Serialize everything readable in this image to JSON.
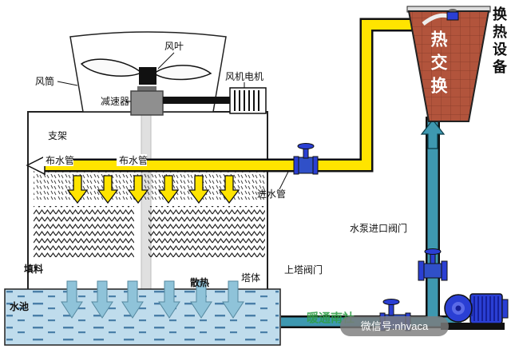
{
  "colors": {
    "hot_pipe": "#ffe400",
    "cold_pipe": "#3e98b0",
    "exchanger_body": "#b2543c",
    "exchanger_grid": "#8d3f2b",
    "pool_water": "#bfdcec",
    "pool_dash": "#4a7fa8",
    "equipment_blue": "#2a3fd4",
    "valve_blue": "#3050c8",
    "spray_arrow_teal": "#8fc3d9",
    "watermark_green": "#2e9e46"
  },
  "tower": {
    "fan_blade": "风叶",
    "fan_duct": "风筒",
    "fan_motor": "风机电机",
    "reducer": "减速器",
    "support": "支架",
    "dist_pipe_left": "布水管",
    "dist_pipe_right": "布水管",
    "fill_material": "填料",
    "heat_dissipation": "散热",
    "tower_body": "塔体",
    "pool": "水池"
  },
  "piping": {
    "inlet_pipe": "进水管",
    "pump_inlet_valve": "水泵进口阀门",
    "tower_valve": "上塔阀门"
  },
  "exchanger": {
    "body_label": "热交换",
    "equipment_label": "换热设备"
  },
  "watermark": {
    "source": "暖通南社",
    "wechat": "微信号:nhvaca"
  }
}
